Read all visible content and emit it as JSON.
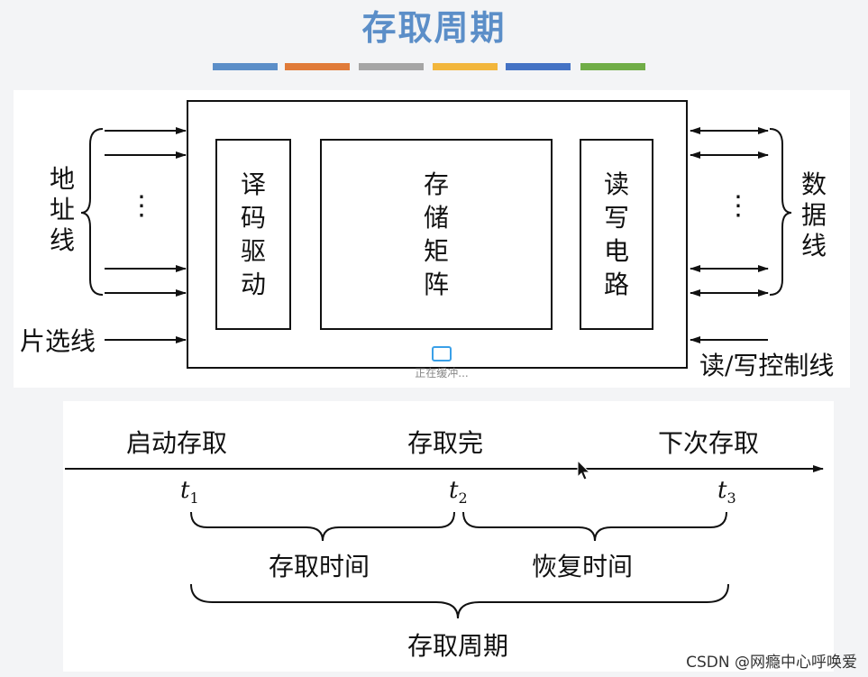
{
  "title": "存取周期",
  "accent_bars": [
    "#5b8ec8",
    "#e07b39",
    "#a5a5a5",
    "#f2b63c",
    "#4472c4",
    "#70ad47"
  ],
  "memory_diagram": {
    "address_line": "地址线",
    "chip_select_line": "片选线",
    "decoder": "译码驱动",
    "storage_matrix": "存储矩阵",
    "rw_circuit": "读写电路",
    "data_line": "数据线",
    "rw_control_line": "读/写控制线",
    "ellipsis": "⋮"
  },
  "timeline": {
    "events": [
      "启动存取",
      "存取完",
      "下次存取"
    ],
    "ticks": [
      {
        "t": "t",
        "sub": "1"
      },
      {
        "t": "t",
        "sub": "2"
      },
      {
        "t": "t",
        "sub": "3"
      }
    ],
    "access_time": "存取时间",
    "recovery_time": "恢复时间",
    "cycle": "存取周期"
  },
  "overlay": {
    "loading_text": "正在缓冲...",
    "watermark": "CSDN @网瘾中心呼唤爱"
  }
}
